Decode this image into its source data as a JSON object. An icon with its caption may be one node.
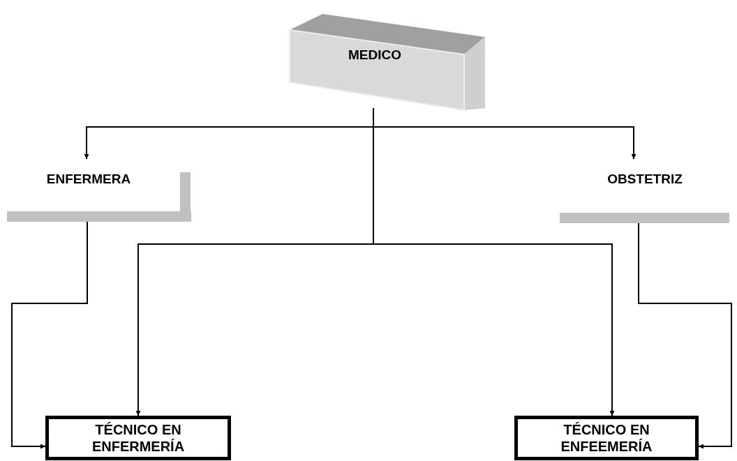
{
  "diagram": {
    "nodes": [
      {
        "text": [
          "MEDICO"
        ]
      },
      {
        "text": [
          "ENFERMERA"
        ]
      },
      {
        "text": [
          "OBSTETRIZ"
        ]
      },
      {
        "text": [
          "TÉCNICO EN ENFERMERÍA"
        ]
      },
      {
        "text": [
          "TÉCNICO EN ENFEEMERÍA"
        ]
      }
    ],
    "edges": [
      {
        "from": 0,
        "to": 1,
        "arrow": "to"
      },
      {
        "from": 0,
        "to": 2,
        "arrow": "to"
      },
      {
        "from": 0,
        "to": 3,
        "arrow": "to"
      },
      {
        "from": 0,
        "to": 4,
        "arrow": "to"
      },
      {
        "from": 1,
        "to": 3,
        "arrow": "to"
      },
      {
        "from": 2,
        "to": 4,
        "arrow": "to"
      }
    ]
  }
}
